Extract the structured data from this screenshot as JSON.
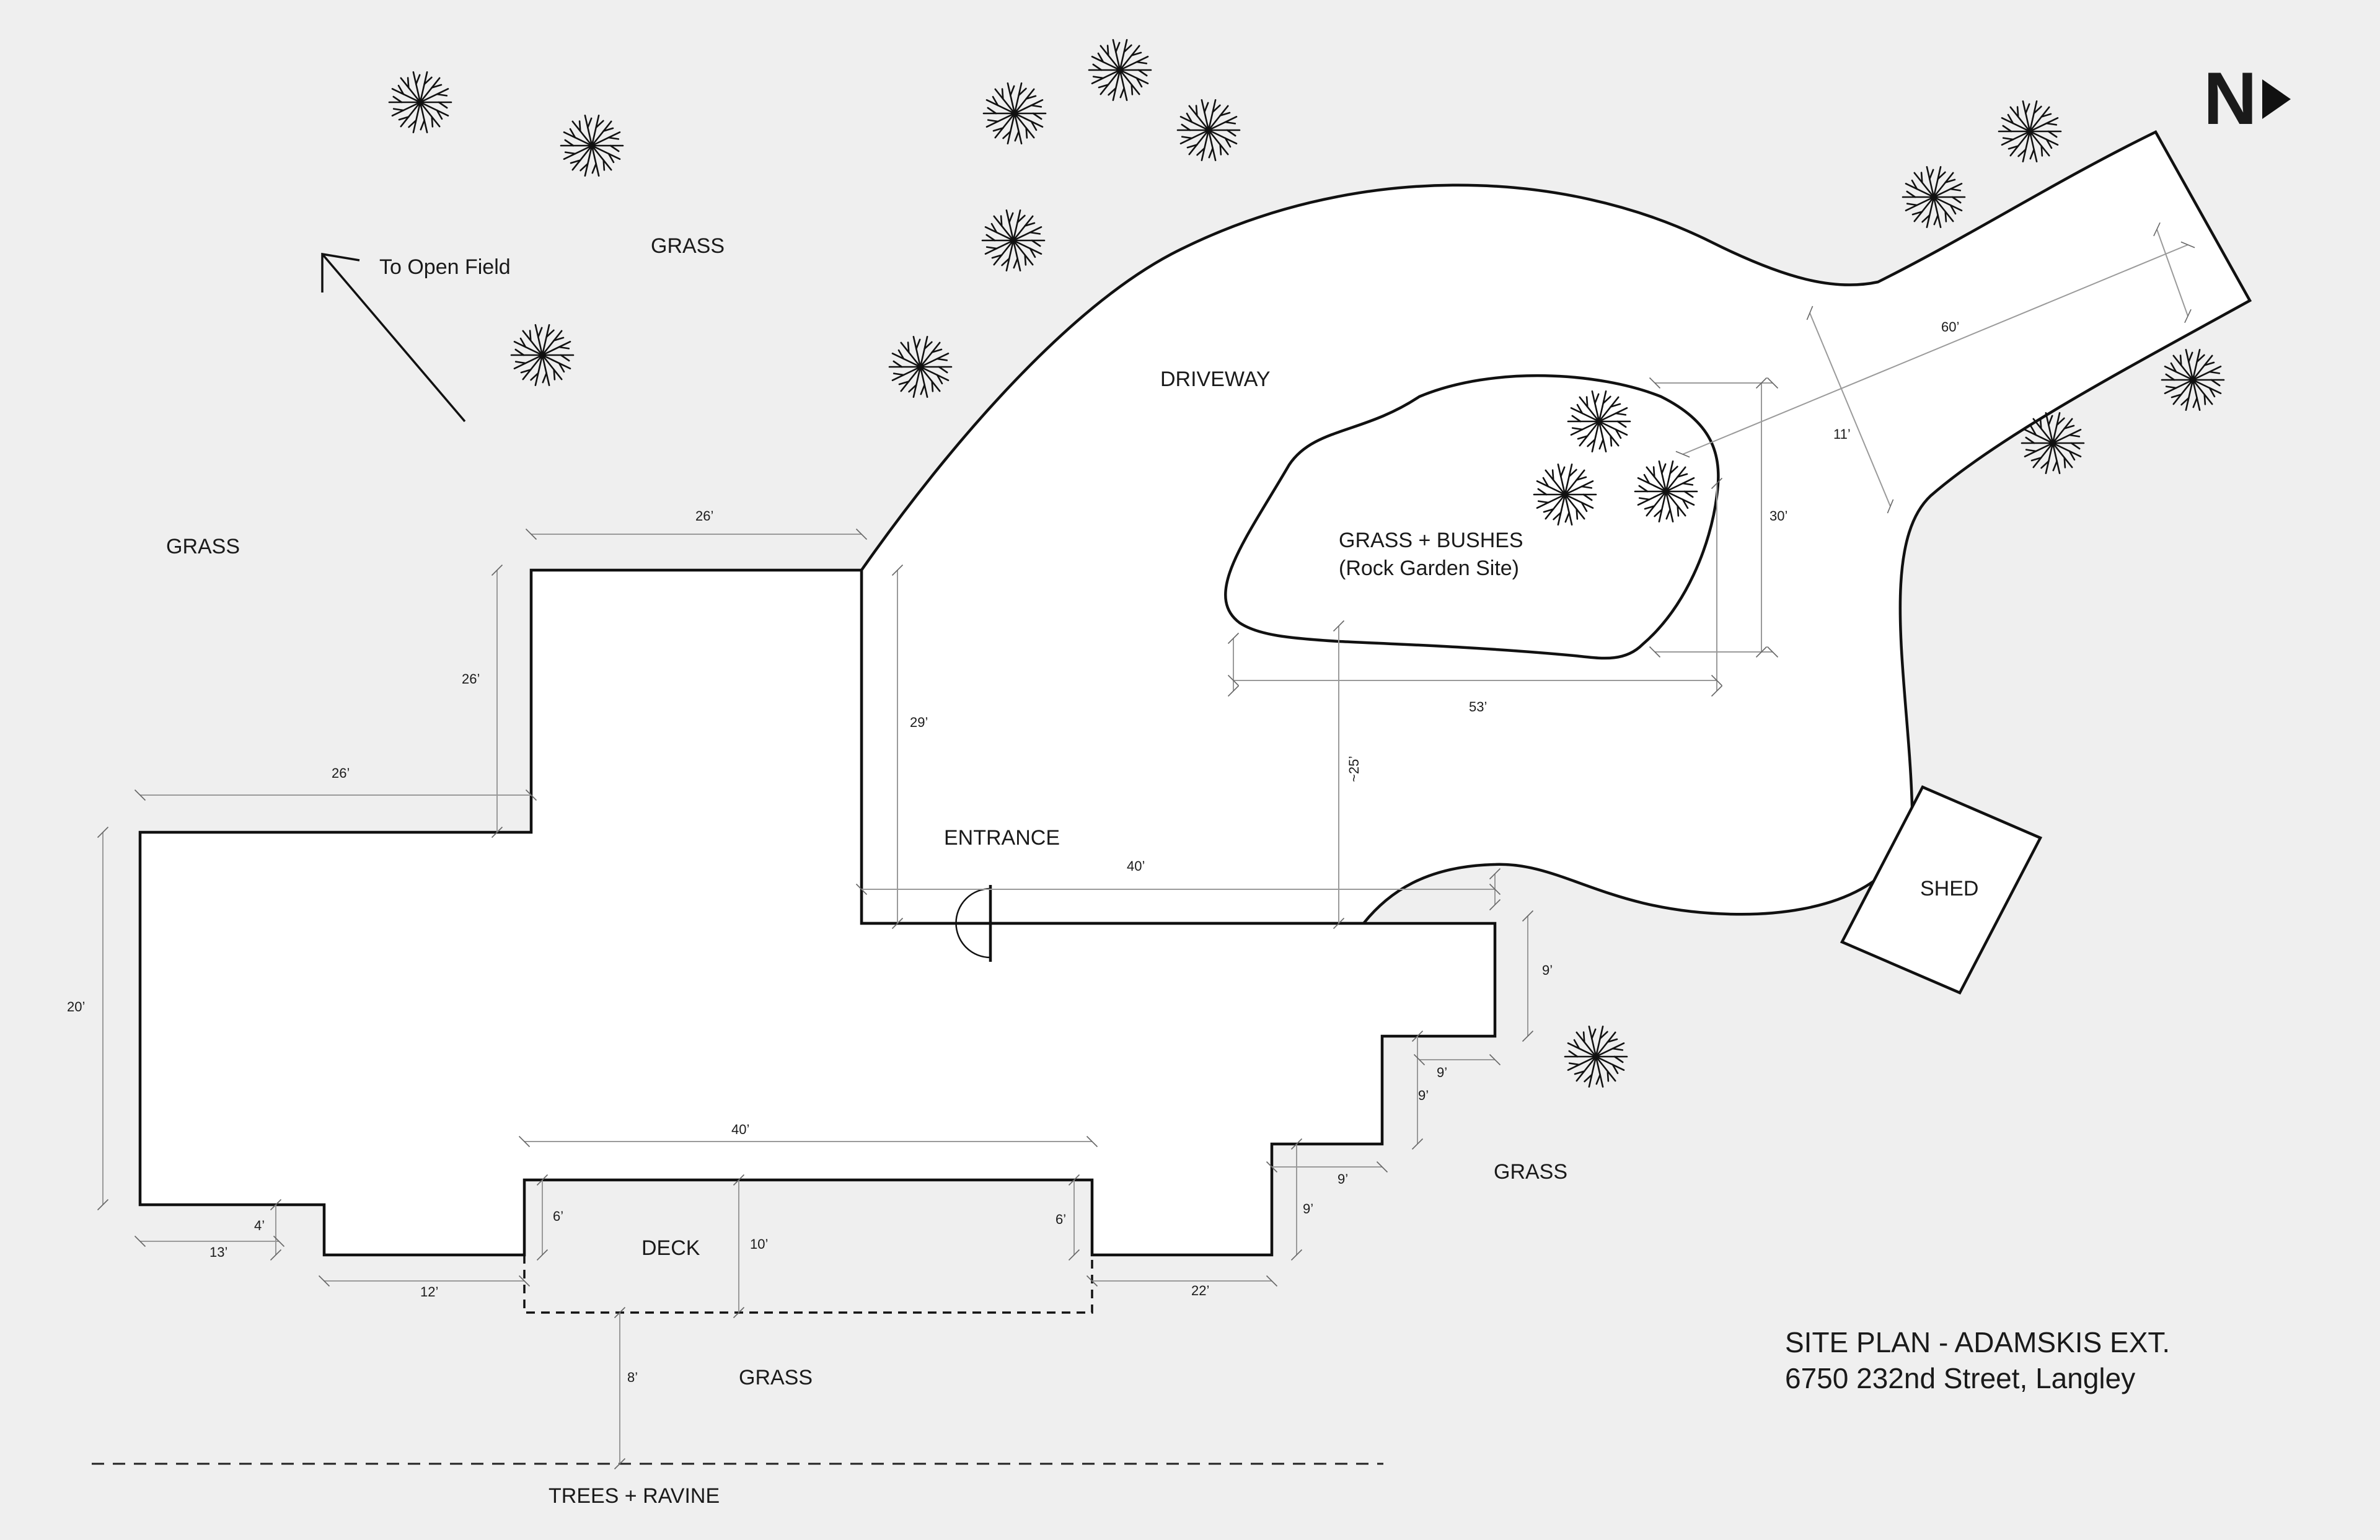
{
  "north_label": "N",
  "to_open_field": "To Open Field",
  "areas": {
    "grass_top": "GRASS",
    "grass_left": "GRASS",
    "grass_right": "GRASS",
    "grass_bottom": "GRASS",
    "driveway": "DRIVEWAY",
    "rock_garden_line1": "GRASS + BUSHES",
    "rock_garden_line2": "(Rock Garden Site)",
    "entrance": "ENTRANCE",
    "deck": "DECK",
    "shed": "SHED",
    "trees_ravine": "TREES + RAVINE"
  },
  "title_block": {
    "line1": "SITE PLAN - ADAMSKIS EXT.",
    "line2": "6750 232nd Street, Langley"
  },
  "dimensions": {
    "top_wing_width": "26’",
    "top_wing_height": "26’",
    "left_wing_width": "26’",
    "left_height": "20’",
    "bottom_step": "4’",
    "bottom_left_run": "13’",
    "deck_offset_left": "12’",
    "deck_width": "40’",
    "deck_depth": "10’",
    "deck_side_left": "6’",
    "deck_side_right": "6’",
    "deck_to_ravine": "8’",
    "bottom_right_run": "22’",
    "entrance_depth": "29’",
    "front_run": "40’",
    "front_to_garden": "~25’",
    "garden_width": "53’",
    "garden_depth": "30’",
    "driveway_length": "60’",
    "driveway_width": "11’",
    "step_a_vertical": "9’",
    "step_a_horizontal": "9’",
    "step_b_vertical": "9’",
    "step_b_horizontal": "9’",
    "step_c_vertical": "9’"
  }
}
